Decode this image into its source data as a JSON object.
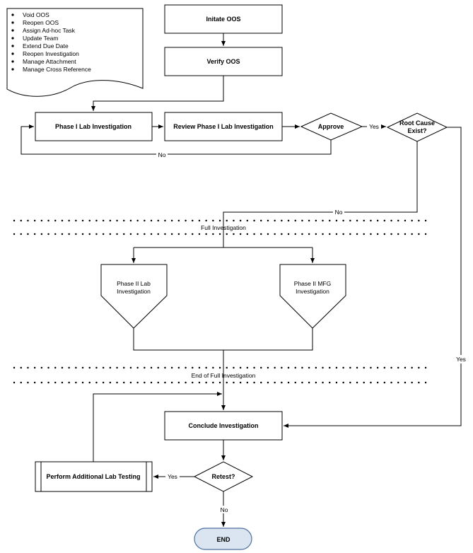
{
  "note": {
    "items": [
      "Void OOS",
      "Reopen OOS",
      "Assign Ad-hoc Task",
      "Update Team",
      "Extend Due Date",
      "Reopen Investigation",
      "Manage Attachment",
      "Manage Cross Reference"
    ]
  },
  "nodes": {
    "initiate": "Initate OOS",
    "verify": "Verify OOS",
    "phase1": "Phase I Lab Investigation",
    "review": "Review Phase I Lab Investigation",
    "approve": "Approve",
    "root_cause": [
      "Root Cause",
      "Exist?"
    ],
    "phase2_lab": [
      "Phase II Lab",
      "Investigation"
    ],
    "phase2_mfg": [
      "Phase II MFG",
      "Investigation"
    ],
    "conclude": "Conclude Investigation",
    "retest": "Retest?",
    "additional": "Perform Additional Lab Testing",
    "end": "END"
  },
  "edge_labels": {
    "approve_no": "No",
    "approve_yes": "Yes",
    "root_no": "No",
    "root_yes": "Yes",
    "retest_yes": "Yes",
    "retest_no": "No"
  },
  "separators": {
    "full": "Full Investigation",
    "end_full": "End of Full Investigation"
  }
}
